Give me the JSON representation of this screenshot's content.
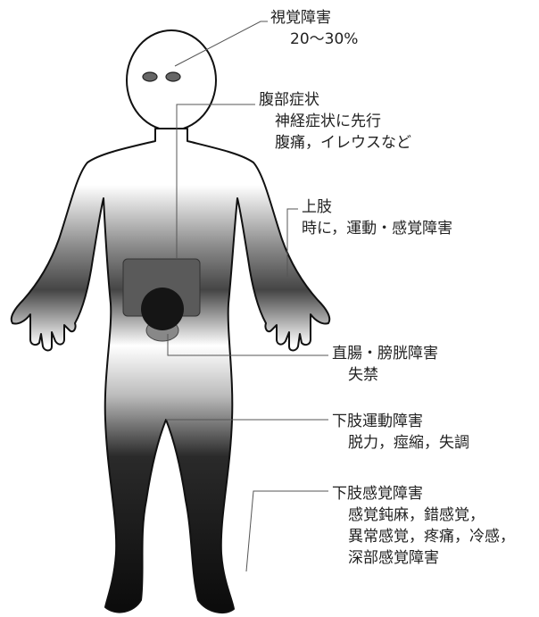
{
  "labels": {
    "vision": {
      "title": "視覚障害",
      "lines": [
        "20～30%"
      ]
    },
    "abdominal": {
      "title": "腹部症状",
      "lines": [
        "神経症状に先行",
        "腹痛，イレウスなど"
      ]
    },
    "upper_limb": {
      "title": "上肢",
      "lines": [
        "時に，運動・感覚障害"
      ]
    },
    "rectum_bladder": {
      "title": "直腸・膀胱障害",
      "lines": [
        "失禁"
      ]
    },
    "leg_motor": {
      "title": "下肢運動障害",
      "lines": [
        "脱力，痙縮，失調"
      ]
    },
    "leg_sensory": {
      "title": "下肢感覚障害",
      "lines": [
        "感覚鈍麻，錯感覚，",
        "異常感覚，疼痛，冷感，",
        "深部感覚障害"
      ]
    }
  },
  "colors": {
    "ink": "#222222",
    "leader": "#555555",
    "abdomen_box": "#5a5a5a",
    "pelvis_dark": "#151515",
    "bladder": "#888888"
  }
}
